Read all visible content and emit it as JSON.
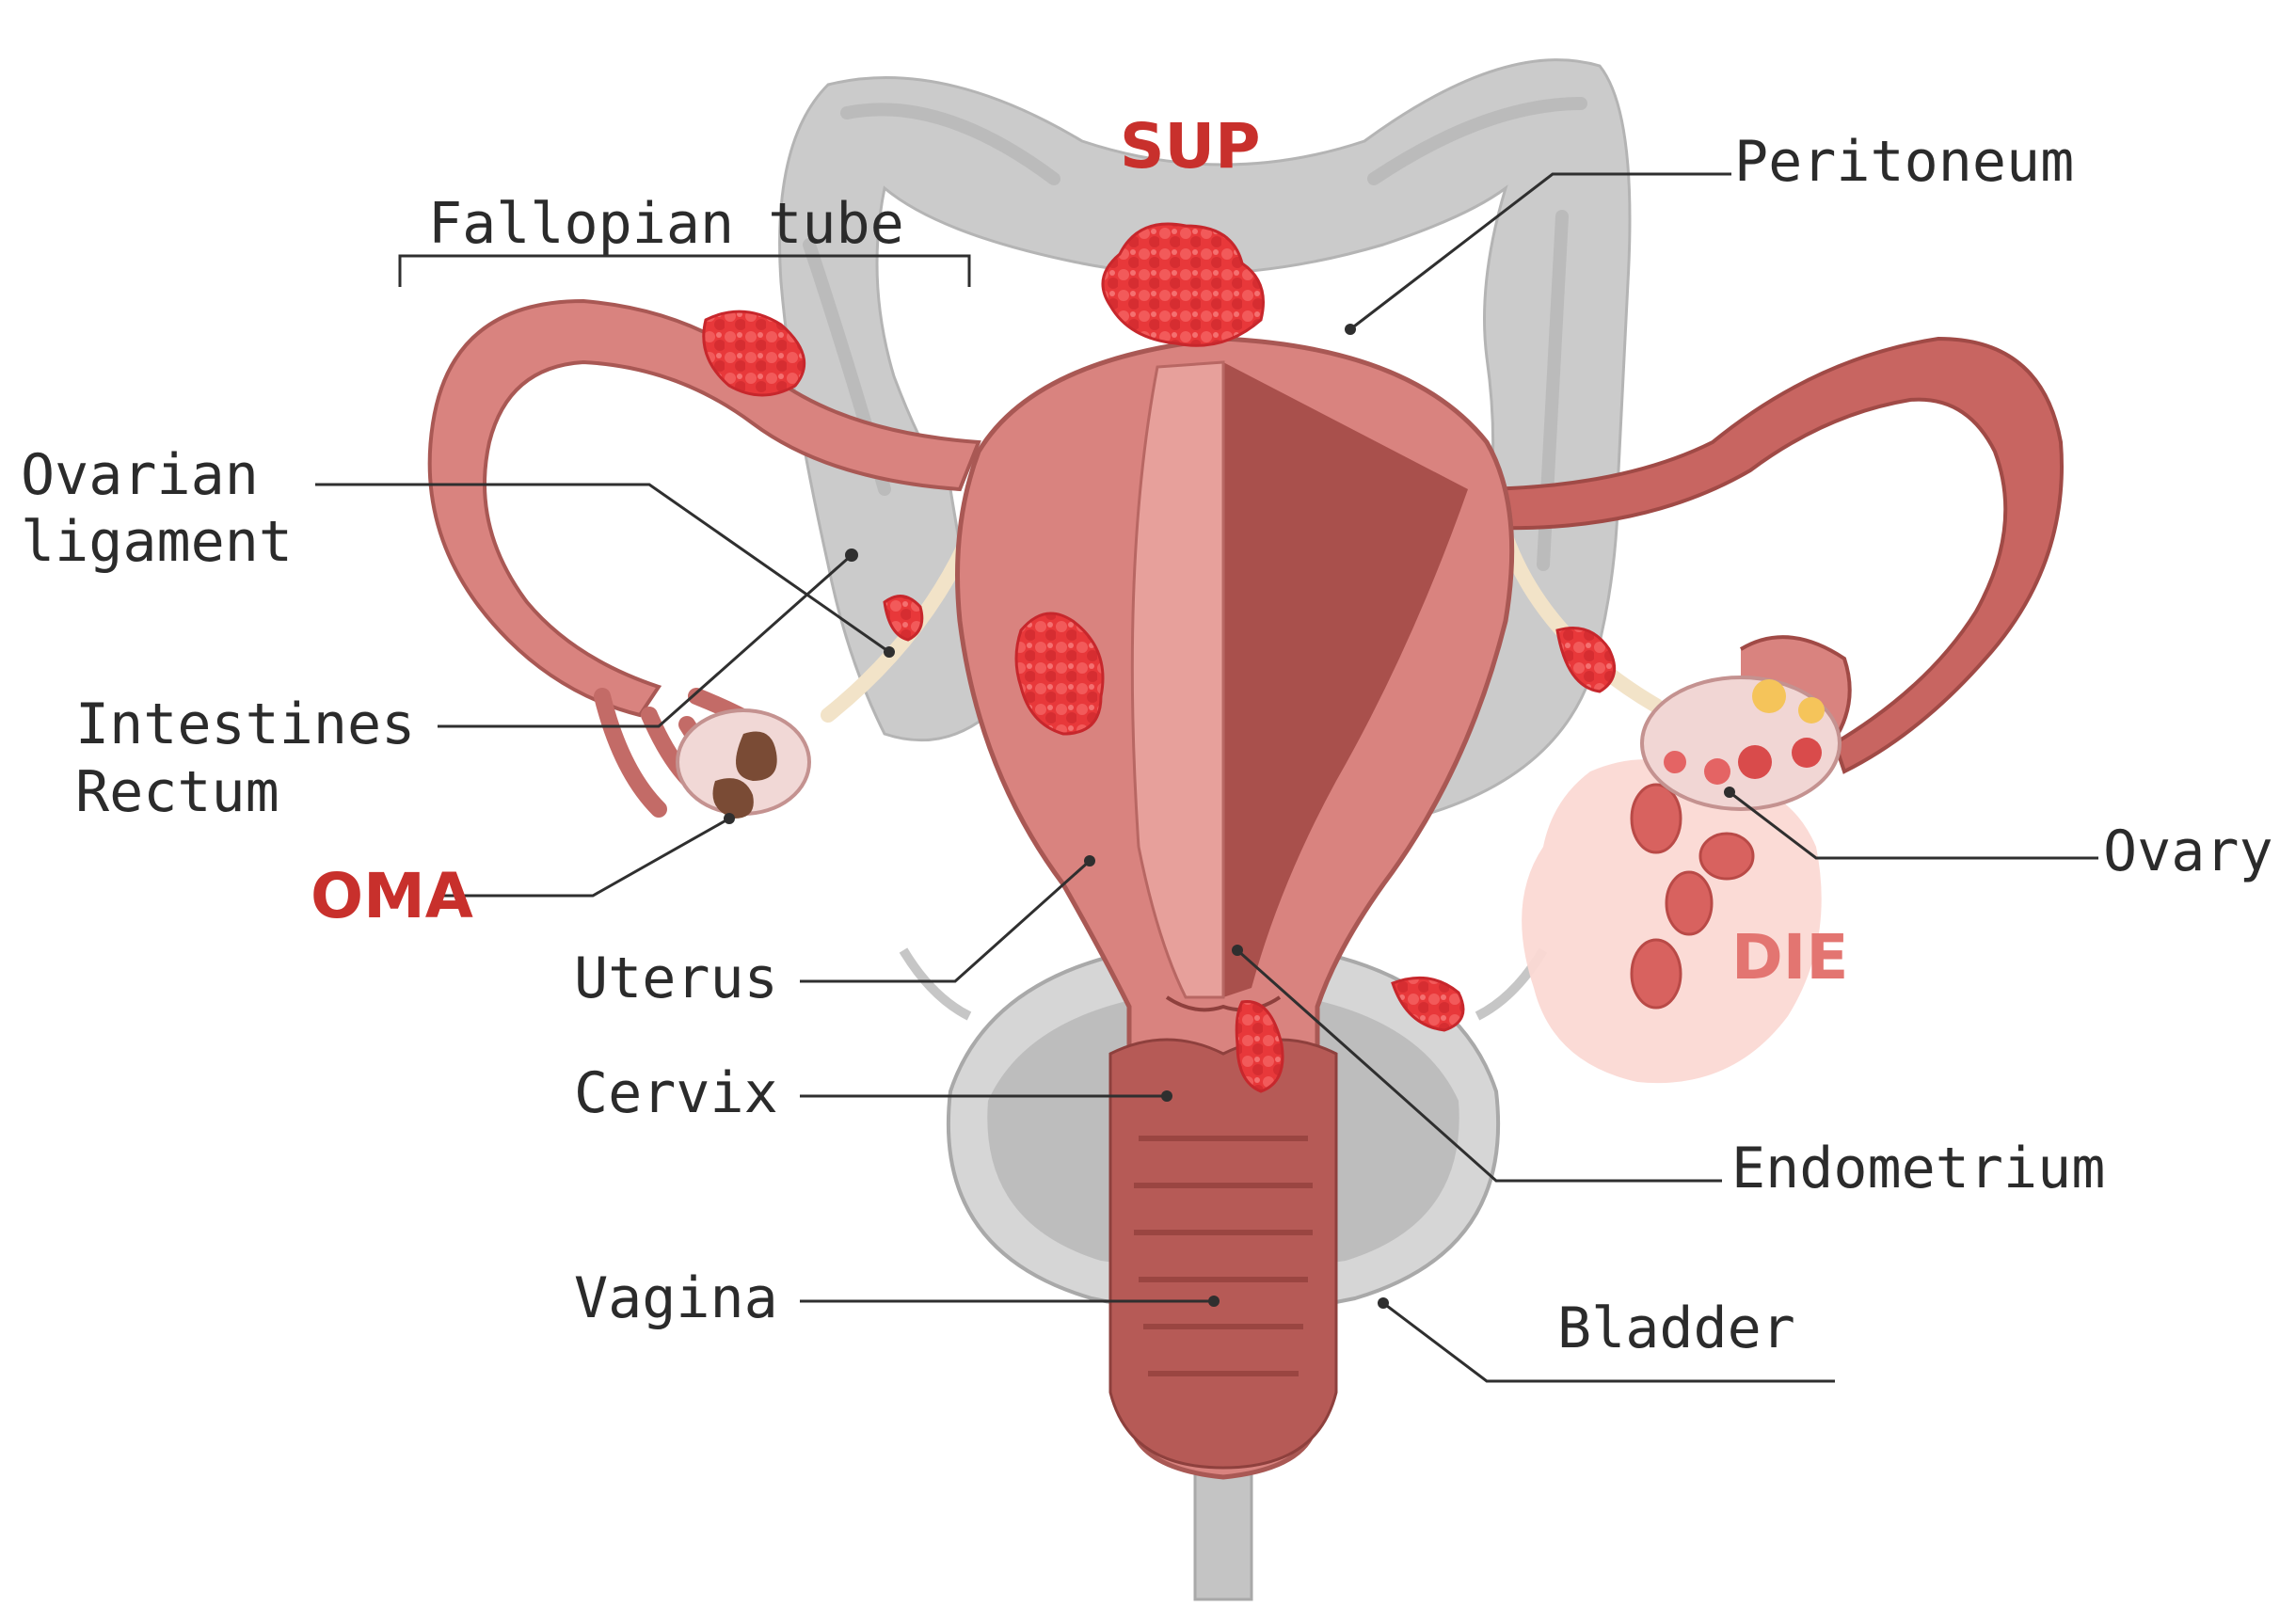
{
  "labels": {
    "peritoneum": "Peritoneum",
    "fallopian_tube": "Fallopian tube",
    "ovarian_ligament_line1": "Ovarian",
    "ovarian_ligament_line2": "ligament",
    "intestines": "Intestines",
    "rectum": "Rectum",
    "uterus": "Uterus",
    "cervix": "Cervix",
    "vagina": "Vagina",
    "ovary": "Ovary",
    "endometrium": "Endometrium",
    "bladder": "Bladder"
  },
  "lesion_tags": {
    "sup": "SUP",
    "oma": "OMA",
    "die": "DIE"
  },
  "colors": {
    "uterus": "#d9837f",
    "uterus_dark": "#b85c59",
    "cavity": "#a9504c",
    "lesion": "#e3393b",
    "intestine": "#c9c9c9",
    "bladder": "#bdbdbd",
    "die_halo": "#fbd9d4",
    "tag_red": "#c8302c",
    "tag_light_red": "#e37571"
  }
}
